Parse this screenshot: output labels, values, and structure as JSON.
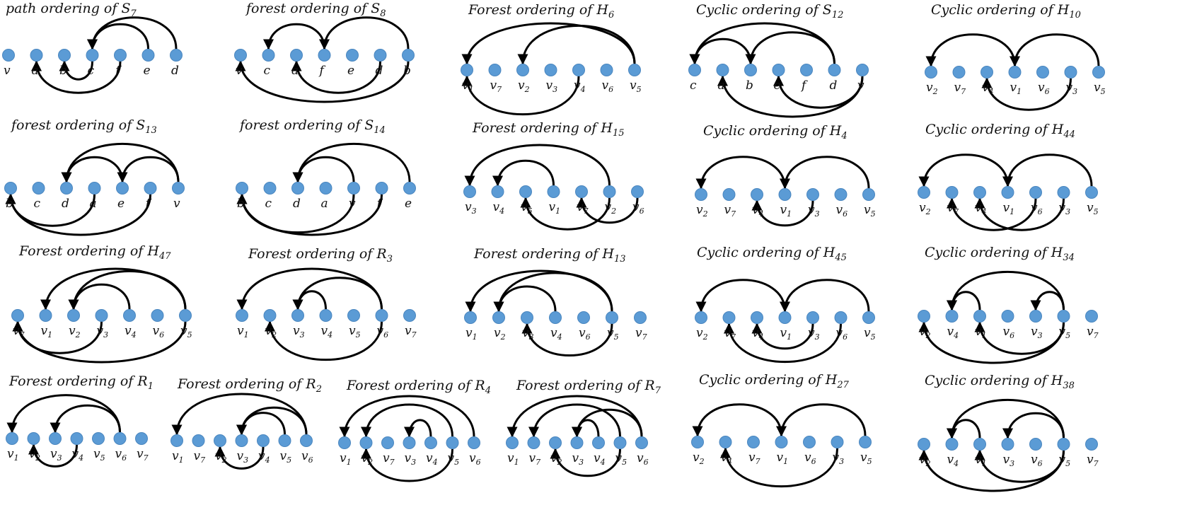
{
  "panels": [
    {
      "title": "path ordering of",
      "sub": "7",
      "graph": "S",
      "vertices": [
        "v",
        "a",
        "b",
        "c",
        "f",
        "e",
        "d"
      ],
      "arcs": [
        [
          "e",
          "c",
          "above"
        ],
        [
          "d",
          "c",
          "above"
        ],
        [
          "f",
          "a",
          "below"
        ],
        [
          "c",
          "b",
          "below"
        ]
      ]
    },
    {
      "title": "forest ordering of",
      "sub": "8",
      "graph": "S",
      "vertices": [
        "v",
        "c",
        "a",
        "f",
        "e",
        "d",
        "b"
      ],
      "arcs": [
        [
          "f",
          "c",
          "above"
        ],
        [
          "b",
          "f",
          "above"
        ],
        [
          "d",
          "a",
          "below"
        ],
        [
          "b",
          "v",
          "below"
        ]
      ]
    },
    {
      "title": "Forest ordering of",
      "sub": "6",
      "graph": "H",
      "vertices": [
        "v1",
        "v7",
        "v2",
        "v3",
        "v4",
        "v6",
        "v5"
      ],
      "arcs": [
        [
          "v5",
          "v1",
          "above"
        ],
        [
          "v5",
          "v2",
          "above"
        ],
        [
          "v4",
          "v1",
          "below"
        ]
      ]
    },
    {
      "title": "Cyclic ordering of",
      "sub": "12",
      "graph": "S",
      "vertices": [
        "c",
        "a",
        "b",
        "e",
        "f",
        "d",
        "v"
      ],
      "arcs": [
        [
          "b",
          "c",
          "above"
        ],
        [
          "d",
          "c",
          "above"
        ],
        [
          "d",
          "b",
          "above"
        ],
        [
          "v",
          "e",
          "below"
        ],
        [
          "v",
          "a",
          "below"
        ]
      ]
    },
    {
      "title": "Cyclic ordering of",
      "sub": "10",
      "graph": "H",
      "vertices": [
        "v2",
        "v7",
        "v4",
        "v1",
        "v6",
        "v3",
        "v5"
      ],
      "arcs": [
        [
          "v1",
          "v2",
          "above"
        ],
        [
          "v5",
          "v1",
          "above"
        ],
        [
          "v3",
          "v4",
          "below"
        ]
      ]
    },
    {
      "title": "forest ordering of",
      "sub": "13",
      "graph": "S",
      "vertices": [
        "b",
        "c",
        "d",
        "a",
        "e",
        "f",
        "v"
      ],
      "arcs": [
        [
          "e",
          "d",
          "above"
        ],
        [
          "v",
          "d",
          "above"
        ],
        [
          "v",
          "e",
          "above"
        ],
        [
          "f",
          "b",
          "below"
        ],
        [
          "a",
          "b",
          "below"
        ]
      ]
    },
    {
      "title": "forest ordering of",
      "sub": "14",
      "graph": "S",
      "vertices": [
        "b",
        "c",
        "d",
        "a",
        "v",
        "f",
        "e"
      ],
      "arcs": [
        [
          "e",
          "d",
          "above"
        ],
        [
          "v",
          "d",
          "above"
        ],
        [
          "f",
          "b",
          "below"
        ],
        [
          "v",
          "b",
          "below"
        ]
      ]
    },
    {
      "title": "Forest ordering of",
      "sub": "15",
      "graph": "H",
      "vertices": [
        "v3",
        "v4",
        "v5",
        "v1",
        "v7",
        "v2",
        "v6"
      ],
      "arcs": [
        [
          "v2",
          "v3",
          "above"
        ],
        [
          "v1",
          "v4",
          "above"
        ],
        [
          "v6",
          "v7",
          "below"
        ],
        [
          "v2",
          "v5",
          "below"
        ]
      ]
    },
    {
      "title": "Cyclic ordering of",
      "sub": "4",
      "graph": "H",
      "vertices": [
        "v2",
        "v7",
        "v4",
        "v1",
        "v3",
        "v6",
        "v5"
      ],
      "arcs": [
        [
          "v1",
          "v2",
          "above"
        ],
        [
          "v5",
          "v1",
          "above"
        ],
        [
          "v3",
          "v4",
          "below"
        ]
      ]
    },
    {
      "title": "Cyclic ordering of",
      "sub": "44",
      "graph": "H",
      "vertices": [
        "v2",
        "v7",
        "v4",
        "v1",
        "v6",
        "v3",
        "v5"
      ],
      "arcs": [
        [
          "v1",
          "v2",
          "above"
        ],
        [
          "v5",
          "v1",
          "above"
        ],
        [
          "v3",
          "v4",
          "below"
        ],
        [
          "v6",
          "v7",
          "below"
        ]
      ]
    },
    {
      "title": "Forest ordering of",
      "sub": "47",
      "graph": "H",
      "vertices": [
        "v7",
        "v1",
        "v2",
        "v3",
        "v4",
        "v6",
        "v5"
      ],
      "arcs": [
        [
          "v5",
          "v1",
          "above"
        ],
        [
          "v4",
          "v2",
          "above"
        ],
        [
          "v5",
          "v2",
          "above"
        ],
        [
          "v3",
          "v7",
          "below"
        ],
        [
          "v5",
          "v7",
          "below"
        ]
      ]
    },
    {
      "title": "Forest ordering of",
      "sub": "3",
      "graph": "R",
      "vertices": [
        "v1",
        "v2",
        "v3",
        "v4",
        "v5",
        "v6",
        "v7"
      ],
      "arcs": [
        [
          "v6",
          "v1",
          "above"
        ],
        [
          "v4",
          "v3",
          "above"
        ],
        [
          "v6",
          "v3",
          "above"
        ],
        [
          "v6",
          "v2",
          "below"
        ]
      ]
    },
    {
      "title": "Forest ordering of",
      "sub": "13",
      "graph": "H",
      "vertices": [
        "v1",
        "v2",
        "v3",
        "v4",
        "v6",
        "v5",
        "v7"
      ],
      "arcs": [
        [
          "v5",
          "v1",
          "above"
        ],
        [
          "v4",
          "v2",
          "above"
        ],
        [
          "v5",
          "v2",
          "above"
        ],
        [
          "v5",
          "v3",
          "below"
        ]
      ]
    },
    {
      "title": "Cyclic ordering of",
      "sub": "45",
      "graph": "H",
      "vertices": [
        "v2",
        "v7",
        "v4",
        "v1",
        "v3",
        "v6",
        "v5"
      ],
      "arcs": [
        [
          "v1",
          "v2",
          "above"
        ],
        [
          "v5",
          "v1",
          "above"
        ],
        [
          "v3",
          "v4",
          "below"
        ],
        [
          "v6",
          "v7",
          "below"
        ]
      ]
    },
    {
      "title": "Cyclic ordering of",
      "sub": "34",
      "graph": "H",
      "vertices": [
        "v2",
        "v4",
        "v1",
        "v6",
        "v3",
        "v5",
        "v7"
      ],
      "arcs": [
        [
          "v5",
          "v4",
          "above"
        ],
        [
          "v1",
          "v4",
          "above"
        ],
        [
          "v5",
          "v3",
          "above"
        ],
        [
          "v5",
          "v1",
          "below"
        ],
        [
          "v5",
          "v2",
          "below"
        ]
      ]
    },
    {
      "title": "Forest ordering of",
      "sub": "1",
      "graph": "R",
      "vertices": [
        "v1",
        "v2",
        "v3",
        "v4",
        "v5",
        "v6",
        "v7"
      ],
      "arcs": [
        [
          "v6",
          "v1",
          "above"
        ],
        [
          "v6",
          "v3",
          "above"
        ],
        [
          "v4",
          "v2",
          "below"
        ]
      ]
    },
    {
      "title": "Forest ordering of",
      "sub": "2",
      "graph": "R",
      "vertices": [
        "v1",
        "v7",
        "v2",
        "v3",
        "v4",
        "v5",
        "v6"
      ],
      "arcs": [
        [
          "v6",
          "v1",
          "above"
        ],
        [
          "v5",
          "v3",
          "above"
        ],
        [
          "v6",
          "v3",
          "above"
        ],
        [
          "v4",
          "v2",
          "below"
        ]
      ]
    },
    {
      "title": "Forest ordering of",
      "sub": "4",
      "graph": "R",
      "vertices": [
        "v1",
        "v2",
        "v7",
        "v3",
        "v4",
        "v5",
        "v6"
      ],
      "arcs": [
        [
          "v6",
          "v1",
          "above"
        ],
        [
          "v5",
          "v2",
          "above"
        ],
        [
          "v4",
          "v3",
          "above"
        ],
        [
          "v5",
          "v2",
          "below"
        ]
      ]
    },
    {
      "title": "Forest ordering of",
      "sub": "7",
      "graph": "R",
      "vertices": [
        "v1",
        "v7",
        "v2",
        "v3",
        "v4",
        "v5",
        "v6"
      ],
      "arcs": [
        [
          "v6",
          "v1",
          "above"
        ],
        [
          "v5",
          "v7",
          "above"
        ],
        [
          "v4",
          "v3",
          "above"
        ],
        [
          "v6",
          "v3",
          "above"
        ],
        [
          "v5",
          "v2",
          "below"
        ]
      ]
    },
    {
      "title": "Cyclic ordering of",
      "sub": "27",
      "graph": "H",
      "vertices": [
        "v2",
        "v4",
        "v7",
        "v1",
        "v6",
        "v3",
        "v5"
      ],
      "arcs": [
        [
          "v1",
          "v2",
          "above"
        ],
        [
          "v5",
          "v1",
          "above"
        ],
        [
          "v3",
          "v4",
          "below"
        ]
      ]
    },
    {
      "title": "Cyclic ordering of",
      "sub": "38",
      "graph": "H",
      "vertices": [
        "v2",
        "v4",
        "v1",
        "v3",
        "v6",
        "v5",
        "v7"
      ],
      "arcs": [
        [
          "v1",
          "v4",
          "above"
        ],
        [
          "v5",
          "v3",
          "above"
        ],
        [
          "v5",
          "v4",
          "above"
        ],
        [
          "v5",
          "v1",
          "below"
        ],
        [
          "v5",
          "v2",
          "below"
        ]
      ]
    }
  ],
  "colors": {
    "node": "#5b9bd5",
    "edge": "#000000"
  }
}
